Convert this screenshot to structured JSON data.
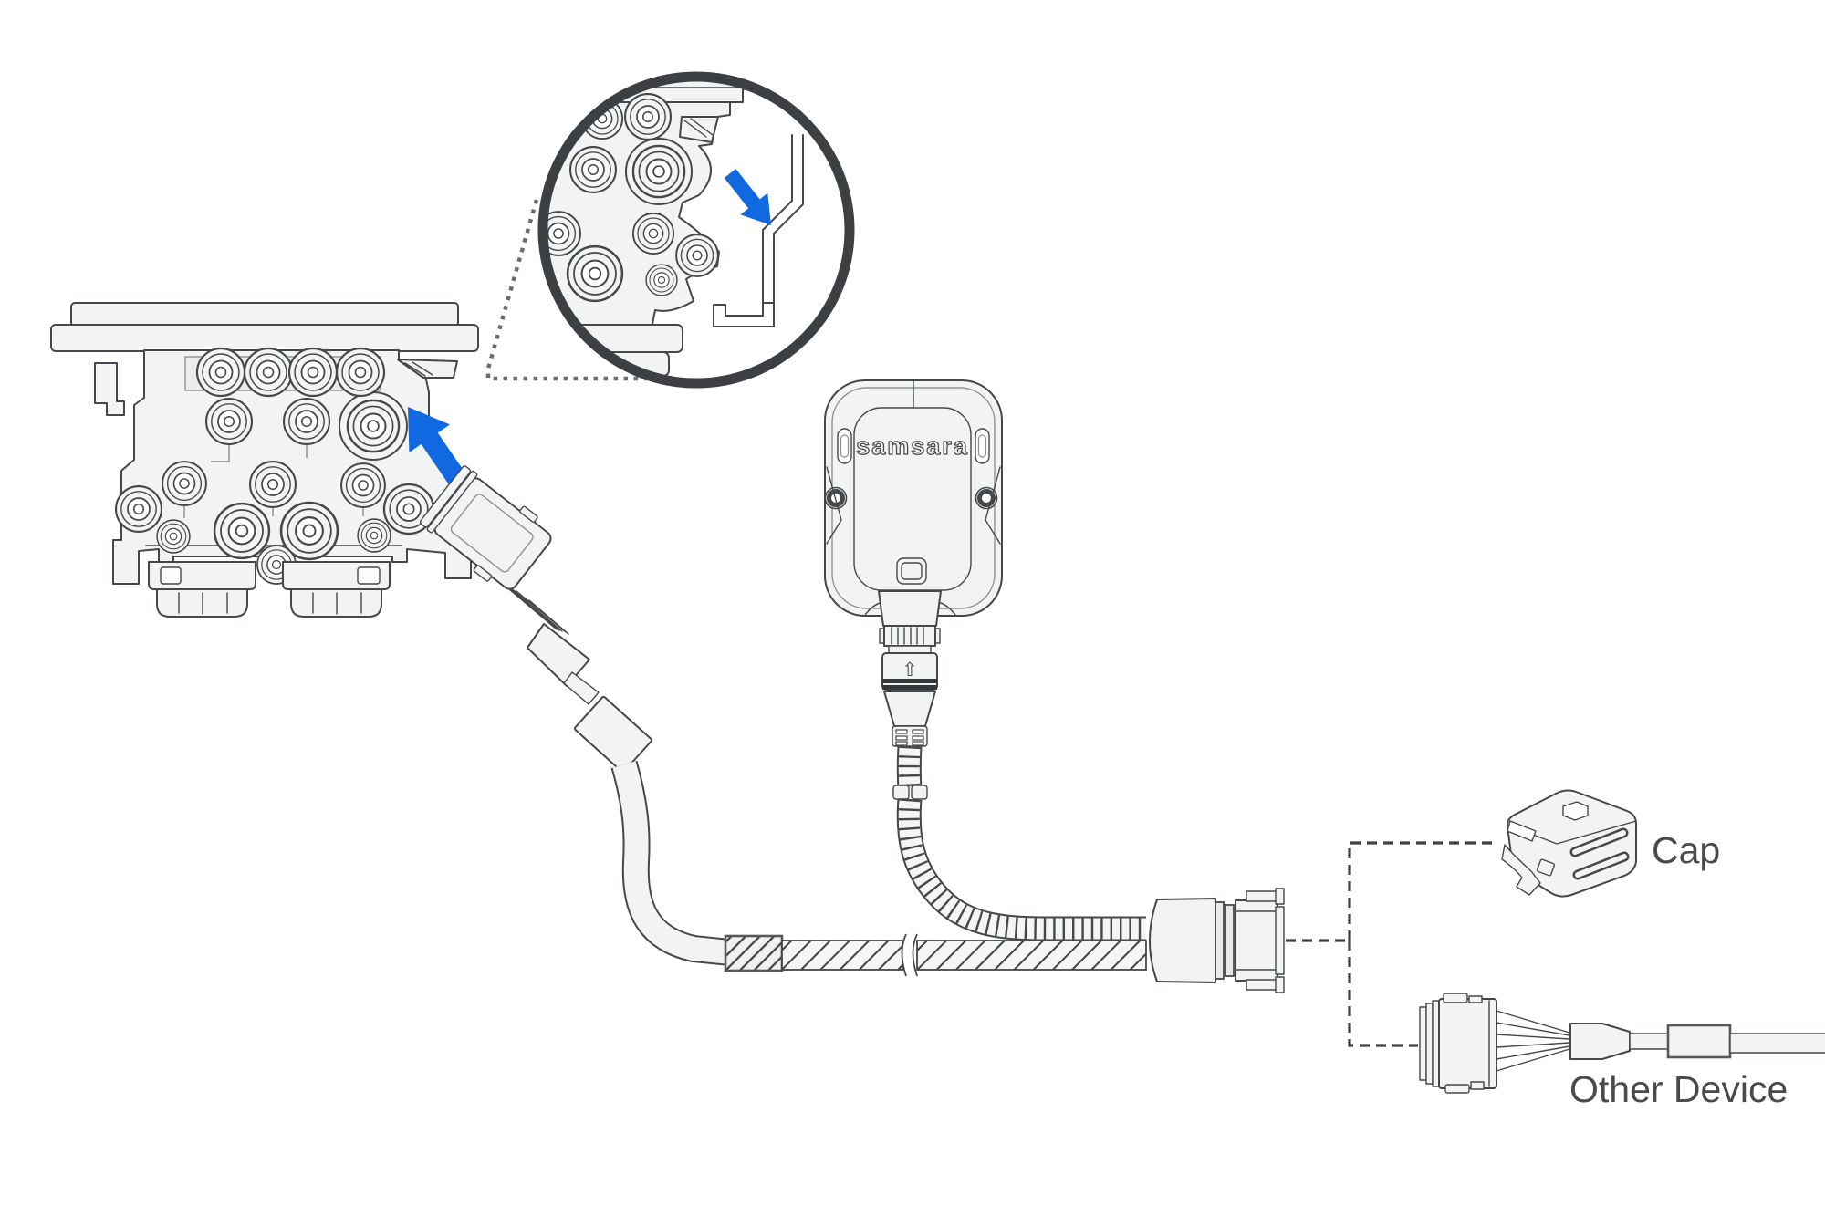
{
  "labels": {
    "cap": "Cap",
    "other_device": "Other Device"
  },
  "device": {
    "brand_logo": "samsara",
    "connector_icon": "⇧"
  },
  "icons": {
    "insertion_arrow": "blue-arrow",
    "inset_arrow": "blue-arrow"
  },
  "colors": {
    "accent_blue": "#1169E1",
    "outline": "#45484b",
    "outline_dark": "#3d4043",
    "fill_light": "#f2f3f3",
    "label_text": "#4a4a4a"
  }
}
